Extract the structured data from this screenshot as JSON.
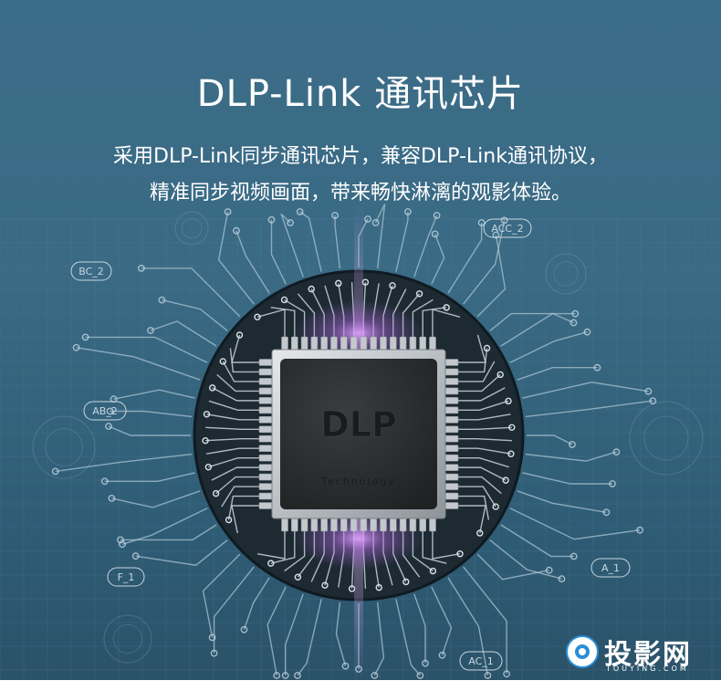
{
  "hero": {
    "title": "DLP-Link 通讯芯片",
    "description_line1": "采用DLP-Link同步通讯芯片，兼容DLP-Link通讯协议，",
    "description_line2": "精准同步视频画面，带来畅快淋漓的观影体验。"
  },
  "chip": {
    "brand": "DLP",
    "subtitle": "Technology"
  },
  "board_labels": {
    "bc": "BC_2",
    "acc": "ACC_2",
    "ab": "AB_2",
    "f": "F_1",
    "a": "A_1",
    "ac": "AC_1"
  },
  "watermark": {
    "name": "投影网",
    "domain": "TOUYING.COM"
  },
  "colors": {
    "background": "#3a6a84",
    "circle": "#1d2a32",
    "chip_body": "#2b2d2f",
    "glow": "#d28cff"
  }
}
